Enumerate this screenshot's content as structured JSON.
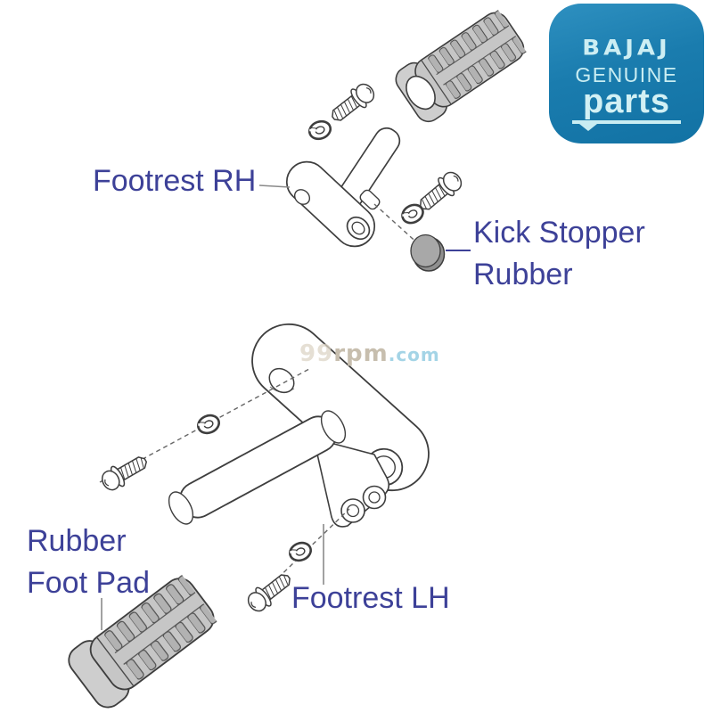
{
  "page": {
    "background": "#ffffff"
  },
  "logo": {
    "brand": "BAJAJ",
    "subtitle": "GENUINE",
    "title": "parts",
    "bg_color": "#1b7cae",
    "text_color": "#c9edf2"
  },
  "watermark": {
    "prefix": "99",
    "name": "rpm",
    "suffix": ".com"
  },
  "labels": {
    "footrest_rh": "Footrest RH",
    "kick_stopper_line1": "Kick Stopper",
    "kick_stopper_line2": "Rubber",
    "rubber_foot_pad_line1": "Rubber",
    "rubber_foot_pad_line2": "Foot Pad",
    "footrest_lh": "Footrest LH",
    "text_color": "#3d4198"
  },
  "diagram": {
    "line_color": "#3e3e3e",
    "parts": [
      "rubber-foot-pad-top",
      "bolt-top",
      "lock-washer-top",
      "footrest-rh-bracket",
      "kick-stopper-bolt",
      "kick-stopper-washer",
      "kick-stopper-rubber-disc",
      "footrest-lh-bracket",
      "footrest-lh-rod",
      "bolt-left",
      "lock-washer-left",
      "bolt-bottom",
      "lock-washer-bottom",
      "rubber-foot-pad-bottom"
    ]
  }
}
